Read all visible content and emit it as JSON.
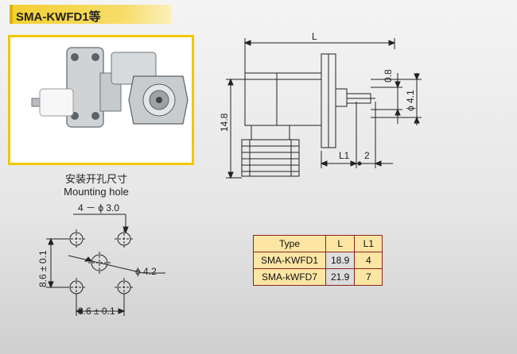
{
  "header": {
    "title": "SMA-KWFD1等"
  },
  "drawing": {
    "dim_L": "L",
    "dim_0_8": "0.8",
    "dim_phi_4_1": "ϕ 4.1",
    "dim_14_8": "14.8",
    "dim_L1": "L1",
    "dim_2": "2"
  },
  "mounting": {
    "title_cn": "安装开孔尺寸",
    "title_en": "Mounting hole",
    "holes_label": "4 － ϕ 3.0",
    "center_label": "ϕ 4.2",
    "vertical_dim": "8.6 ± 0.1",
    "horizontal_dim": "8.6 ± 0.1"
  },
  "table": {
    "headers": [
      "Type",
      "L",
      "L1"
    ],
    "rows": [
      [
        "SMA-KWFD1",
        "18.9",
        "4"
      ],
      [
        "SMA-kWFD7",
        "21.9",
        "7"
      ]
    ]
  },
  "colors": {
    "accent": "#f2c700",
    "table_fill": "#fde6a3",
    "table_border": "#8a2222"
  }
}
